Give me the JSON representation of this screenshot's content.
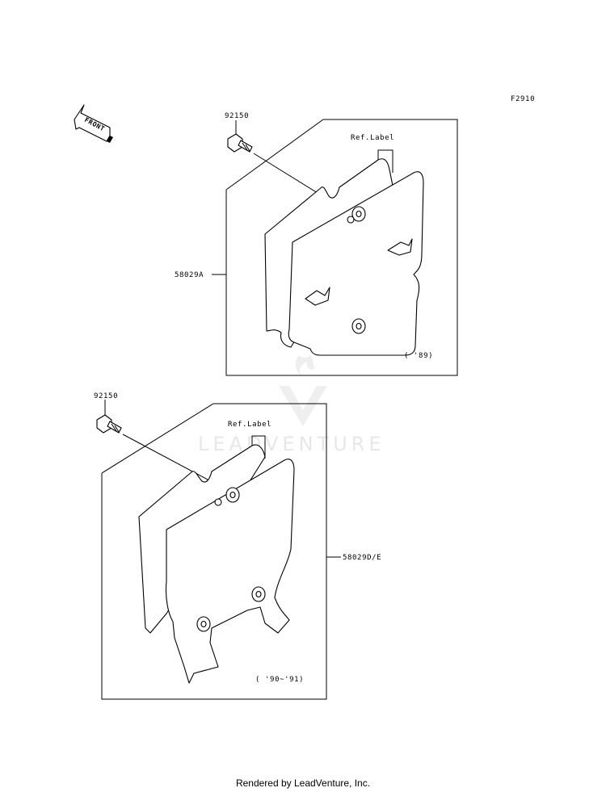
{
  "figure_code": "F2910",
  "front_label": "FRONT",
  "watermark": "LEADVENTURE",
  "footer": "Rendered by LeadVenture, Inc.",
  "upper_group": {
    "bolt_part": "92150",
    "ref_label": "Ref.Label",
    "part_number": "58029A",
    "year_note": "( '89)"
  },
  "lower_group": {
    "bolt_part": "92150",
    "ref_label": "Ref.Label",
    "part_number": "58029D/E",
    "year_note": "( '90~'91)"
  }
}
